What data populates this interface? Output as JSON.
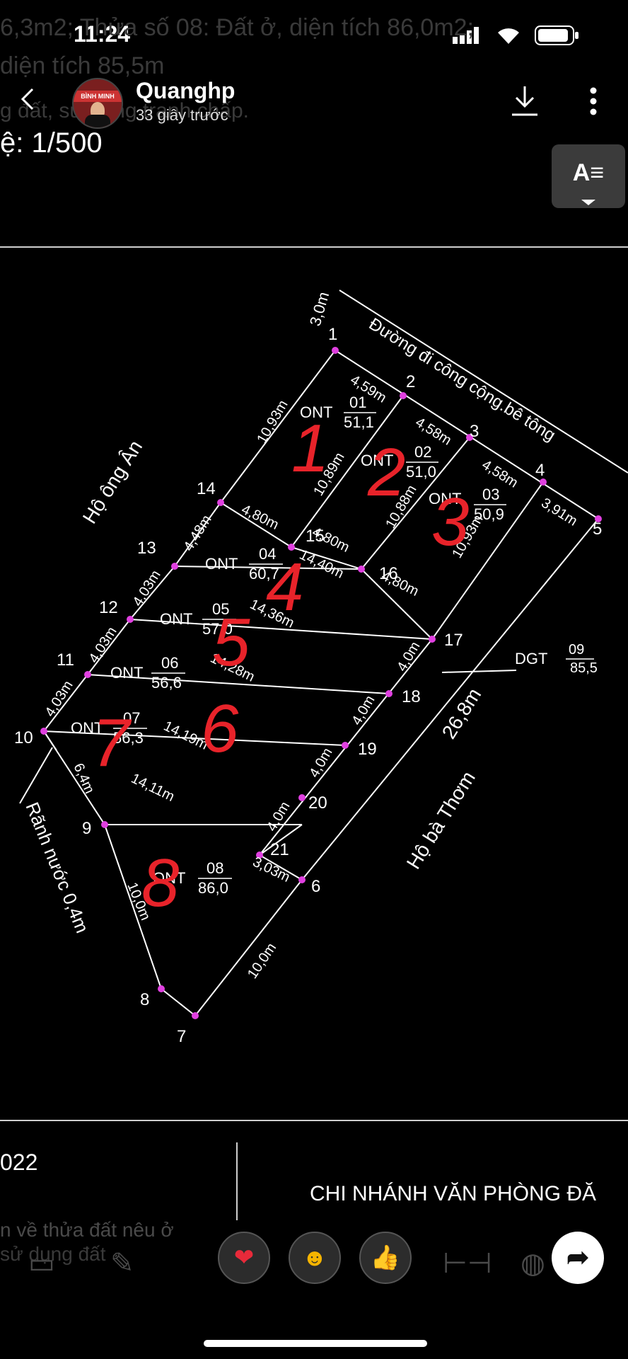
{
  "status_bar": {
    "time": "11:24"
  },
  "ghost_text": {
    "line1": "6,3m2; Thửa số 08: Đất ở, diện tích 86,0m2;",
    "line2": "diện tích 85,5m",
    "line3": "g đất, sử dụng tranh chấp."
  },
  "header": {
    "avatar_text": "BÌNH MINH",
    "user_name": "Quanghp",
    "time_ago": "33 giây trước"
  },
  "scale_text": "ệ: 1/500",
  "format_button": "A≡",
  "map": {
    "road_label": "Đường đi công cộng.bê tông",
    "road_width": "3,0m",
    "left_owner": "Hộ ông Ân",
    "right_owner": "Hộ bà Thơm",
    "ditch_label": "Rãnh nước 0,4m",
    "right_length": "26,8m",
    "dgt_label": "DGT",
    "dgt_no": "09",
    "dgt_area": "85,5",
    "ont": "ONT",
    "points": [
      "1",
      "2",
      "3",
      "4",
      "5",
      "6",
      "7",
      "8",
      "9",
      "10",
      "11",
      "12",
      "13",
      "14",
      "15",
      "16",
      "17",
      "18",
      "19",
      "20",
      "21"
    ],
    "parcels": [
      {
        "no": "01",
        "area": "51,1"
      },
      {
        "no": "02",
        "area": "51,0"
      },
      {
        "no": "03",
        "area": "50,9"
      },
      {
        "no": "04",
        "area": "60,7"
      },
      {
        "no": "05",
        "area": "57,0"
      },
      {
        "no": "06",
        "area": "56,6"
      },
      {
        "no": "07",
        "area": "56,3"
      },
      {
        "no": "08",
        "area": "86,0"
      }
    ],
    "dims": {
      "d12": "4,59m",
      "d23": "4,58m",
      "d34": "4,58m",
      "d45": "3,91m",
      "d1_14": "10,93m",
      "d2_15": "10,89m",
      "d3_16": "10,88m",
      "d4_17": "10,93m",
      "d14_15": "4,80m",
      "d15_16": "4,80m",
      "d16_17": "4,80m",
      "d13_14": "4,48m",
      "d12_13": "4,03m",
      "d11_12": "4,03m",
      "d10_11": "4,03m",
      "d13_16": "14,40m",
      "d12_17": "14,36m",
      "d11_18": "14,28m",
      "d10_19": "14,19m",
      "d20_9": "14,11m",
      "d17_18": "4,0m",
      "d18_19": "4,0m",
      "d19_20": "4,0m",
      "d20_21": "4,0m",
      "d21_6": "3,03m",
      "d10_9": "6,4m",
      "d9_8": "10,0m",
      "d6_7": "10,0m"
    },
    "handwritten": [
      "1",
      "2",
      "3",
      "4",
      "5",
      "6",
      "7",
      "8"
    ]
  },
  "footer": {
    "year_frag": "022",
    "office": "CHI NHÁNH VĂN PHÒNG ĐĂ",
    "ghost1": "n về thửa đất nêu ở",
    "ghost2": "sử dụng đất"
  },
  "reactions": [
    "heart",
    "laugh",
    "thumbs-up"
  ],
  "colors": {
    "point": "#e040e0",
    "handwriting": "#e8232a",
    "line": "#ffffff"
  }
}
